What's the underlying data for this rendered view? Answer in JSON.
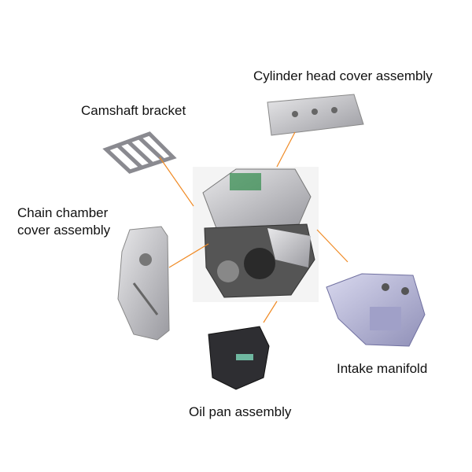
{
  "labels": {
    "cylinder_head_cover": "Cylinder head cover assembly",
    "camshaft_bracket": "Camshaft bracket",
    "chain_chamber_line1": "Chain chamber",
    "chain_chamber_line2": "cover assembly",
    "intake_manifold": "Intake manifold",
    "oil_pan": "Oil pan assembly"
  },
  "colors": {
    "leader_line": "#f08a24",
    "metal_light": "#c8c8cc",
    "metal_dark": "#3a3a3e",
    "manifold": "#b8b8d8"
  }
}
